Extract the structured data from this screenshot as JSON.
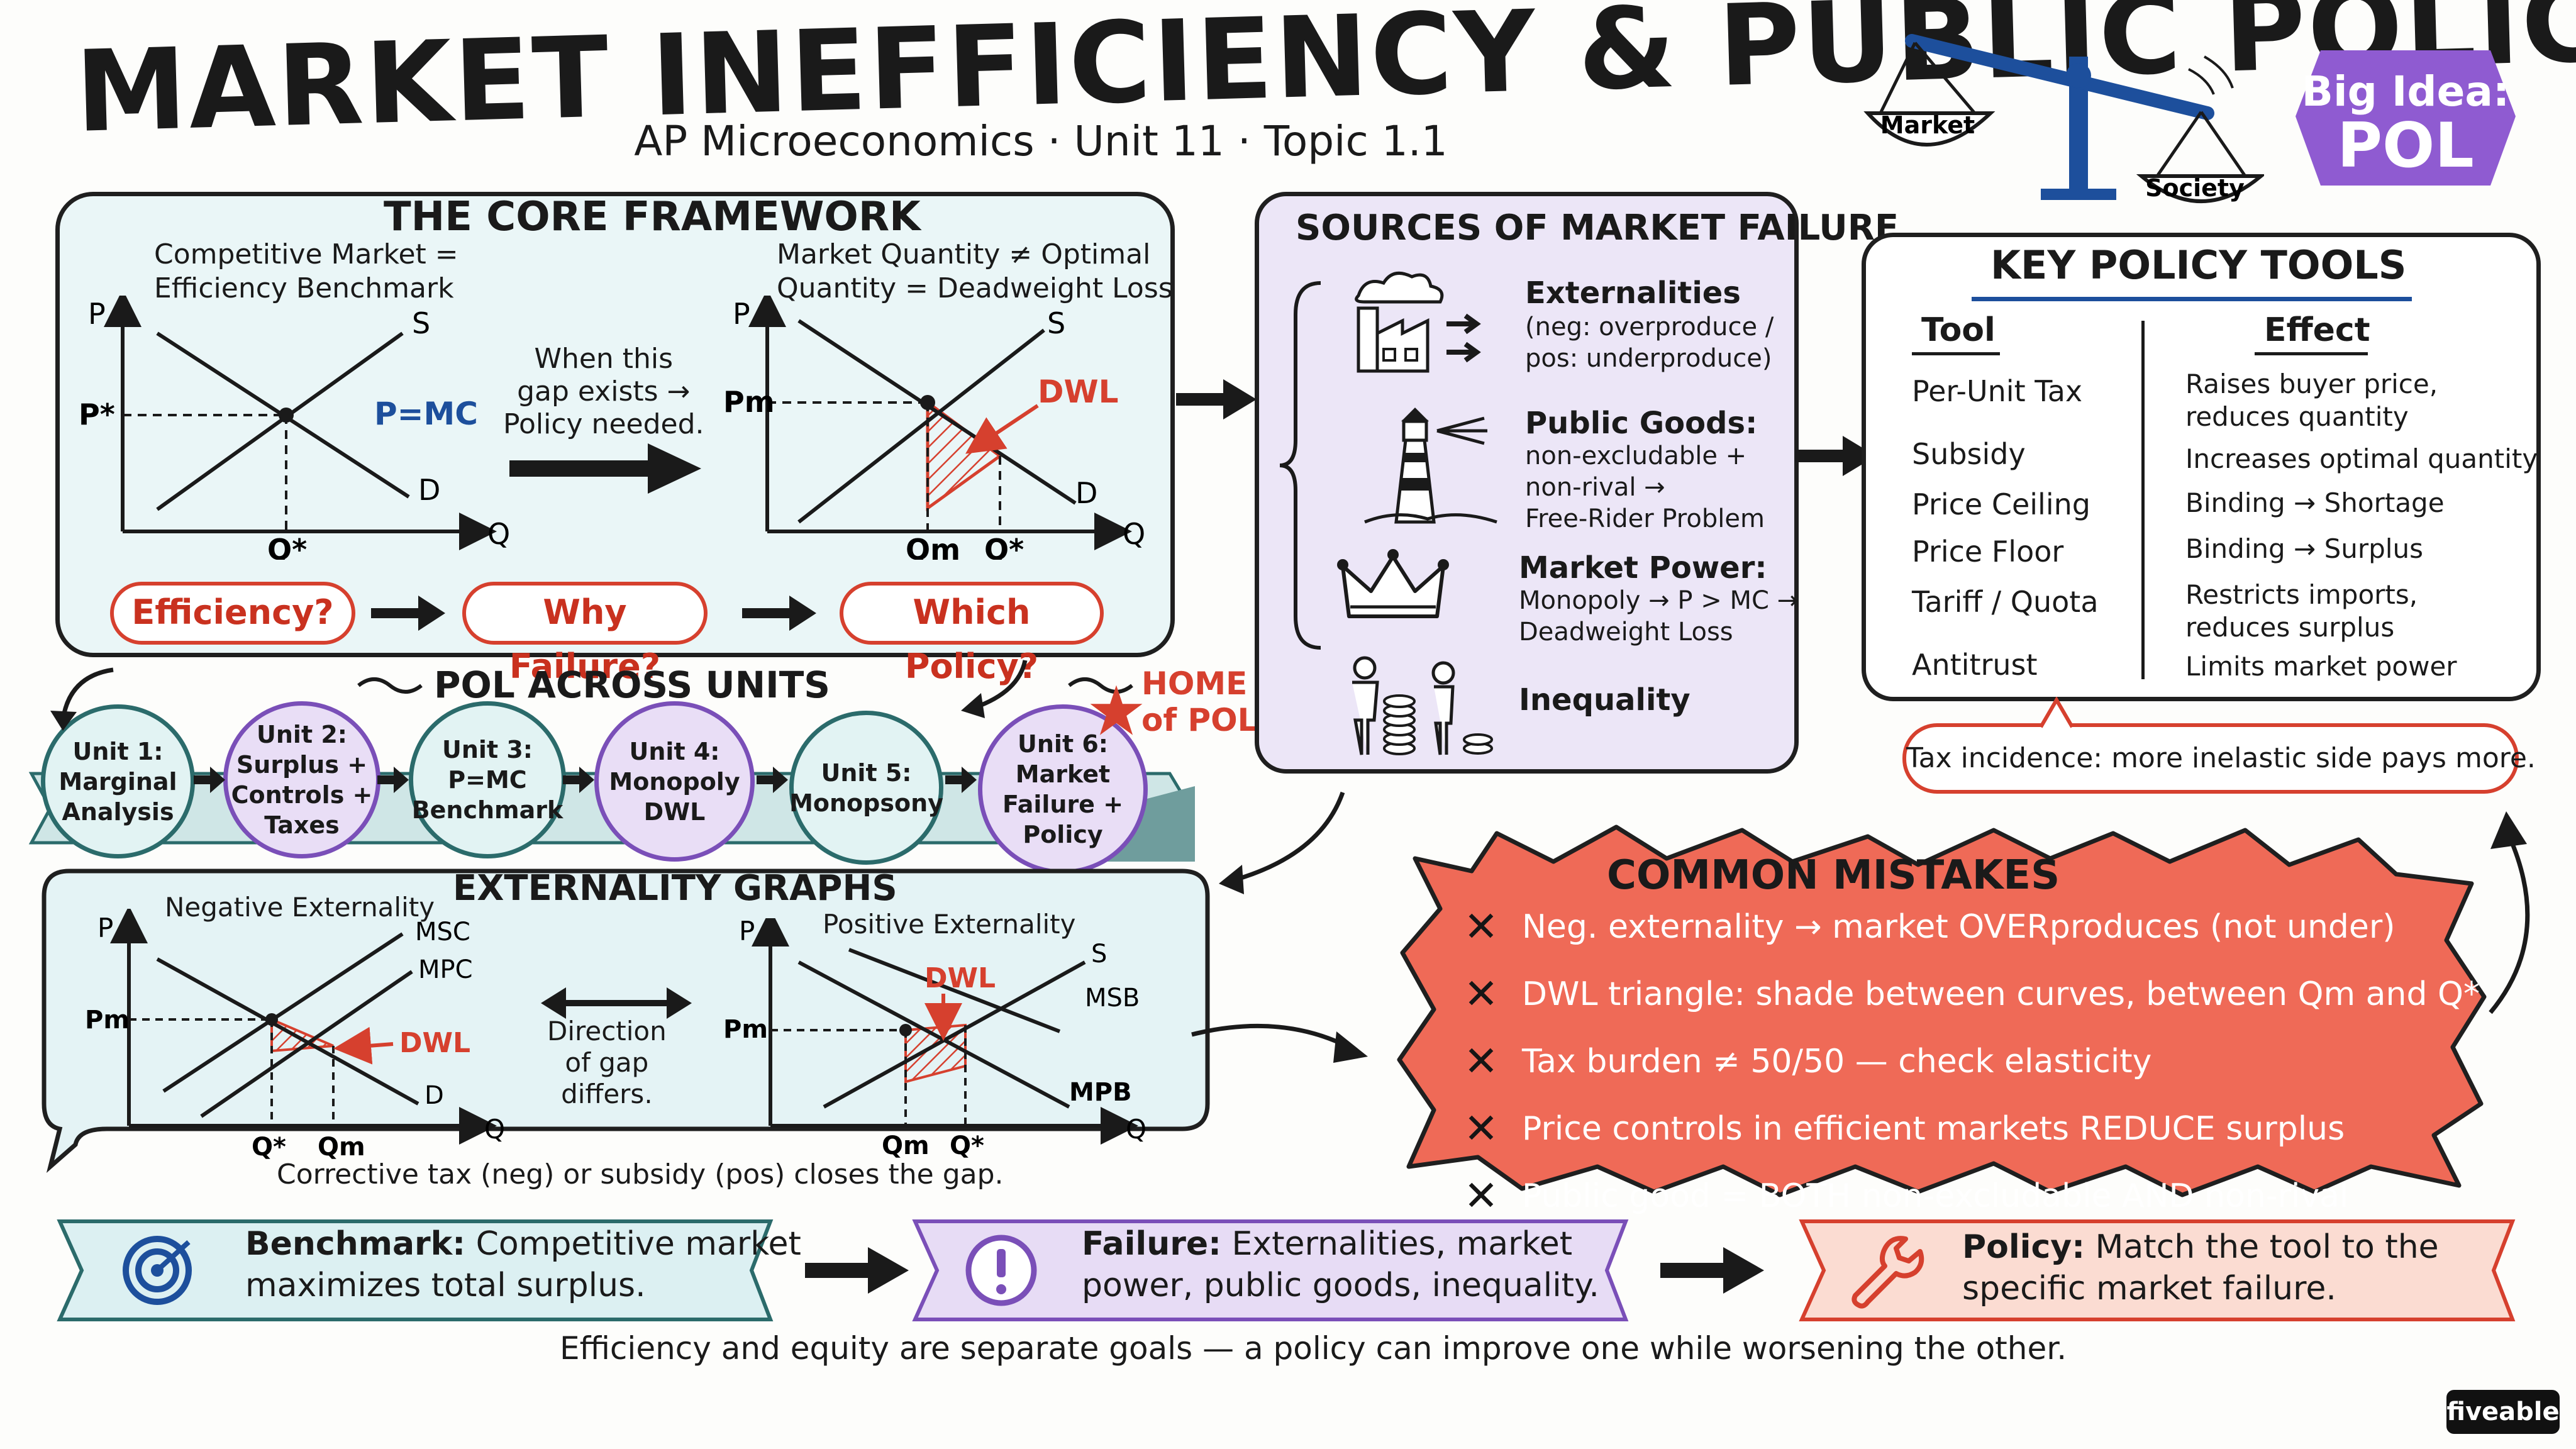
{
  "header": {
    "title": "MARKET INEFFICIENCY & PUBLIC POLICY",
    "subtitle": "AP Microeconomics · Unit 11 · Topic 1.1",
    "scale_left_label": "Market",
    "scale_right_label": "Society",
    "badge_line1": "Big Idea:",
    "badge_line2": "POL"
  },
  "core": {
    "heading": "THE CORE FRAMEWORK",
    "left_caption": "Competitive Market =\nEfficiency Benchmark",
    "right_caption": "Market Quantity ≠ Optimal\nQuantity = Deadweight Loss",
    "middle_note": "When this\ngap exists →\nPolicy needed.",
    "left_graph": {
      "p": "P",
      "q": "Q",
      "s": "S",
      "d": "D",
      "pstar": "P*",
      "qstar": "Q*",
      "pmc": "P=MC"
    },
    "right_graph": {
      "p": "P",
      "q": "Q",
      "s": "S",
      "d": "D",
      "pm": "Pm",
      "qm": "Qm",
      "qstar": "Q*",
      "dwl": "DWL"
    },
    "pills": [
      "Efficiency?",
      "Why Failure?",
      "Which Policy?"
    ]
  },
  "units": {
    "heading": "POL ACROSS UNITS",
    "home_label": "HOME\nof POL",
    "items": [
      "Unit 1:\nMarginal\nAnalysis",
      "Unit 2:\nSurplus +\nControls +\nTaxes",
      "Unit 3:\nP=MC\nBenchmark",
      "Unit 4:\nMonopoly\nDWL",
      "Unit 5:\nMonopsony",
      "Unit 6:\nMarket\nFailure +\nPolicy"
    ]
  },
  "sources": {
    "heading": "SOURCES OF MARKET FAILURE",
    "items": [
      {
        "title": "Externalities",
        "desc": "(neg: overproduce /\npos: underproduce)",
        "icon": "factory-icon"
      },
      {
        "title": "Public Goods:",
        "desc": "non-excludable +\nnon-rival →\nFree-Rider Problem",
        "icon": "lighthouse-icon"
      },
      {
        "title": "Market Power:",
        "desc": "Monopoly → P > MC →\nDeadweight Loss",
        "icon": "crown-icon"
      },
      {
        "title": "Inequality",
        "desc": "",
        "icon": "people-coins-icon"
      }
    ]
  },
  "tools": {
    "heading": "KEY POLICY TOOLS",
    "col_tool": "Tool",
    "col_effect": "Effect",
    "rows": [
      {
        "tool": "Per-Unit Tax",
        "effect": "Raises buyer price,\nreduces quantity"
      },
      {
        "tool": "Subsidy",
        "effect": "Increases optimal quantity"
      },
      {
        "tool": "Price Ceiling",
        "effect": "Binding → Shortage"
      },
      {
        "tool": "Price Floor",
        "effect": "Binding → Surplus"
      },
      {
        "tool": "Tariff / Quota",
        "effect": "Restricts imports,\nreduces surplus"
      },
      {
        "tool": "Antitrust",
        "effect": "Limits market power"
      }
    ],
    "note": "Tax incidence: more inelastic side pays more."
  },
  "externality": {
    "heading": "EXTERNALITY GRAPHS",
    "neg_title": "Negative Externality",
    "pos_title": "Positive Externality",
    "neg_graph": {
      "p": "P",
      "q": "Q",
      "msc": "MSC",
      "mpc": "MPC",
      "d": "D",
      "pm": "Pm",
      "qstar": "Q*",
      "qm": "Qm",
      "dwl": "DWL"
    },
    "pos_graph": {
      "p": "P",
      "q": "Q",
      "s": "S",
      "msb": "MSB",
      "mpb": "MPB",
      "pm": "Pm",
      "qm": "Qm",
      "qstar": "Q*",
      "dwl": "DWL"
    },
    "middle_note": "Direction\nof gap\ndiffers.",
    "footer": "Corrective tax (neg) or subsidy (pos) closes the gap."
  },
  "mistakes": {
    "heading": "COMMON MISTAKES",
    "items": [
      "Neg. externality → market OVERproduces (not under)",
      "DWL triangle: shade between curves, between Qm and Q*",
      "Tax burden ≠ 50/50 — check elasticity",
      "Price controls in efficient markets REDUCE surplus",
      "Public good = BOTH non-excludable AND non-rival"
    ]
  },
  "banners": [
    {
      "bold": "Benchmark:",
      "rest": " Competitive market\nmaximizes total surplus.",
      "icon": "target-icon",
      "color": "#dcf0f2"
    },
    {
      "bold": "Failure:",
      "rest": " Externalities, market\npower, public goods, inequality.",
      "icon": "exclamation-icon",
      "color": "#e7dcf5"
    },
    {
      "bold": "Policy:",
      "rest": " Match the tool to the\nspecific market failure.",
      "icon": "wrench-icon",
      "color": "#fbdcd2"
    }
  ],
  "bottom_line": "Efficiency and equity are separate goals — a policy can improve one while worsening the other.",
  "brand": "fiveable",
  "colors": {
    "accent_red": "#d6402e",
    "core_bg": "#eaf6f7",
    "sources_bg": "#ece6f7",
    "mistakes_bg": "#ef6a57",
    "badge": "#8f5bd1",
    "unit_border": "#2b6b6b"
  }
}
